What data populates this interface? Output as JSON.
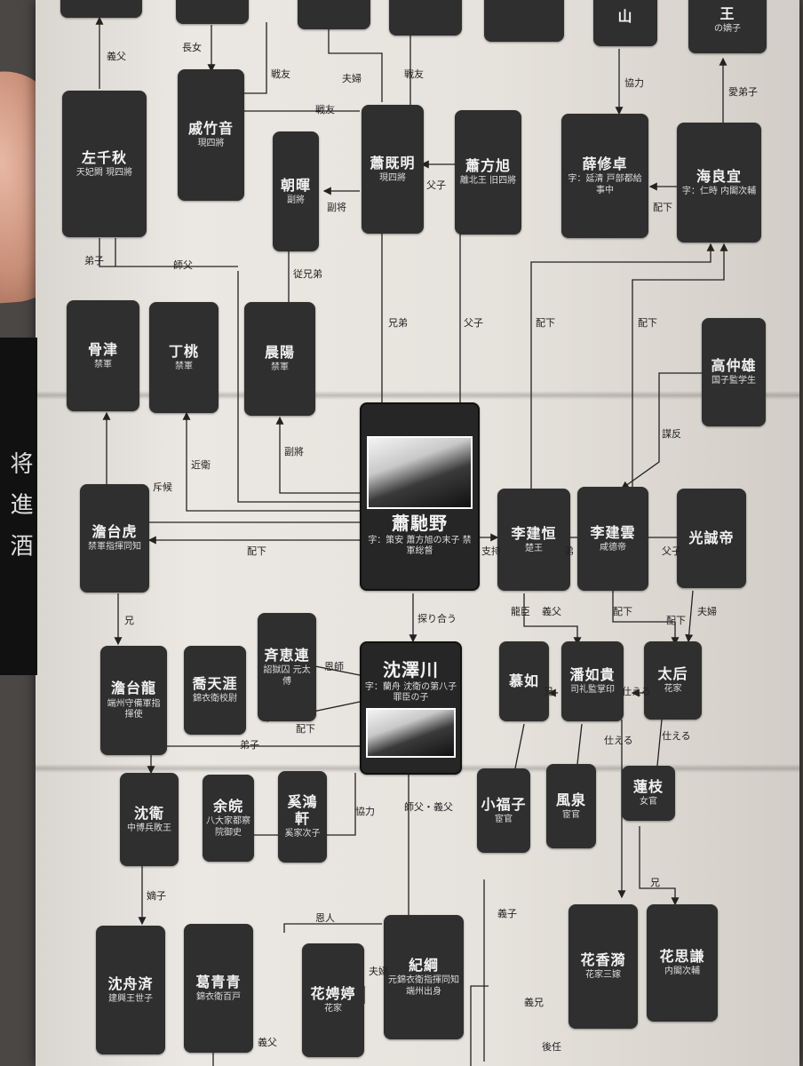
{
  "photo": {
    "cover_text": "将 進 酒"
  },
  "nodes": {
    "zuo_qianqiu": {
      "name": "左千秋",
      "sub": "天妃闕 現四將"
    },
    "qi_zhuyin": {
      "name": "戚竹音",
      "sub": "現四將"
    },
    "xiao_jiming": {
      "name": "蕭既明",
      "sub": "現四將"
    },
    "xiao_fangxu": {
      "name": "蕭方旭",
      "sub": "離北王 旧四將"
    },
    "xue_xiuzhuo": {
      "name": "薛修卓",
      "sub": "字：延清 戸部都給事中"
    },
    "hai_liangyi": {
      "name": "海良宜",
      "sub": "字：仁時 内閣次輔"
    },
    "zhao_hui": {
      "name": "朝暉",
      "sub": "副將"
    },
    "gu_jin": {
      "name": "骨津",
      "sub": "禁軍"
    },
    "ding_tao": {
      "name": "丁桃",
      "sub": "禁軍"
    },
    "chen_yang": {
      "name": "晨陽",
      "sub": "禁軍"
    },
    "gao_zhongxiong": {
      "name": "高仲雄",
      "sub": "国子監学生"
    },
    "xiao_chiye": {
      "name": "蕭馳野",
      "sub": "字：策安 蕭方旭の末子 禁軍総督"
    },
    "li_jianheng": {
      "name": "李建恒",
      "sub": "楚王"
    },
    "li_jianyun": {
      "name": "李建雲",
      "sub": "咸德帝"
    },
    "guangcheng": {
      "name": "光誠帝",
      "sub": ""
    },
    "tantai_hu": {
      "name": "澹台虎",
      "sub": "禁軍指揮同知"
    },
    "tantai_long": {
      "name": "澹台龍",
      "sub": "端州守備軍指揮使"
    },
    "qi_huilian": {
      "name": "斉恵連",
      "sub": "詔獄囚 元太傅"
    },
    "shen_zechuan": {
      "name": "沈澤川",
      "sub": "字：蘭舟 沈衛の第八子 罪臣の子"
    },
    "qiao_tianya": {
      "name": "喬天涯",
      "sub": "錦衣衛校尉"
    },
    "mu_ru": {
      "name": "慕如",
      "sub": ""
    },
    "pan_rugui": {
      "name": "潘如貴",
      "sub": "司礼監掌印"
    },
    "taihou": {
      "name": "太后",
      "sub": "花家"
    },
    "xiao_fuzi": {
      "name": "小福子",
      "sub": "宦官"
    },
    "feng_quan": {
      "name": "風泉",
      "sub": "宦官"
    },
    "lian_zhi": {
      "name": "蓮枝",
      "sub": "女官"
    },
    "shen_wei": {
      "name": "沈衛",
      "sub": "中博兵敗王"
    },
    "xi_hongxuan": {
      "name": "奚鴻軒",
      "sub": "奚家次子"
    },
    "yu_wan": {
      "name": "余皖",
      "sub": "八大家都察院御史"
    },
    "shen_zhouji": {
      "name": "沈舟済",
      "sub": "建興王世子"
    },
    "ge_qingqing": {
      "name": "葛青青",
      "sub": "錦衣衛百戸"
    },
    "ji_gang": {
      "name": "紀綱",
      "sub": "元錦衣衛指揮同知 端州出身"
    },
    "hua_pingting": {
      "name": "花娉婷",
      "sub": "花家"
    },
    "hua_xiangyi": {
      "name": "花香漪",
      "sub": "花家三嫁"
    },
    "hua_siqian": {
      "name": "花思謙",
      "sub": "内閣次輔"
    },
    "top_a": {
      "name": "",
      "sub": ""
    },
    "top_b": {
      "name": "",
      "sub": ""
    },
    "top_c": {
      "name": "",
      "sub": ""
    },
    "top_d": {
      "name": "",
      "sub": ""
    },
    "top_e": {
      "name": "山",
      "sub": ""
    },
    "top_f": {
      "name": "王",
      "sub": "の嫡子"
    }
  },
  "labels": {
    "l1": "義父",
    "l2": "長女",
    "l3": "戦友",
    "l4": "夫婦",
    "l5": "戦友",
    "l6": "戦友",
    "l7": "協力",
    "l8": "愛弟子",
    "l9": "父子",
    "l10": "副将",
    "l11": "配下",
    "l12": "師父",
    "l13": "弟子",
    "l14": "従兄弟",
    "l15": "兄弟",
    "l16": "父子",
    "l17": "配下",
    "l18": "配下",
    "l19": "謀反",
    "l20": "副將",
    "l21": "近衛",
    "l22": "斥候",
    "l23": "支持",
    "l24": "弟",
    "l25": "父子",
    "l26": "配下",
    "l27": "配下",
    "l28": "兄",
    "l29": "龍臣",
    "l30": "探り合う",
    "l31": "恩師",
    "l32": "義父",
    "l33": "配下",
    "l34": "夫婦",
    "l35": "仕える",
    "l36": "弟子",
    "l37": "配下",
    "l38": "兄",
    "l39": "協力",
    "l40": "嫡子",
    "l41": "師父・義父",
    "l42": "恩人",
    "l43": "夫婦",
    "l44": "義父",
    "l45": "義子",
    "l46": "義兄",
    "l47": "兄",
    "l48": "後任",
    "l49": "仕える",
    "l50": "仕える"
  }
}
